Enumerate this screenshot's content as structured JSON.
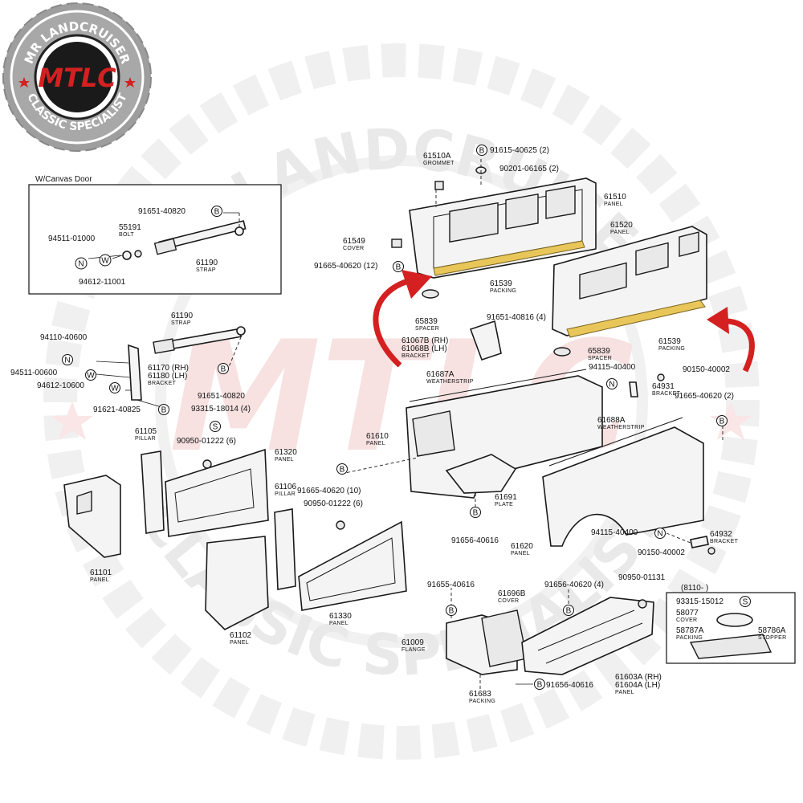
{
  "logo": {
    "top_text": "MR LANDCRUISER",
    "bottom_text": "CLASSIC SPECIALIST",
    "mark": "MTLC"
  },
  "watermark": {
    "top_text": "MR LANDCRUISER",
    "bottom_text": "CLASSIC SPECIALIST",
    "center_mark": "MTLC"
  },
  "colors": {
    "highlight": "#e8c65a",
    "arrow": "#d42020",
    "logo_red": "#d42020",
    "logo_ring": "#a8a8a8"
  },
  "inset_canvas": {
    "title": "W/Canvas   Door",
    "labels": [
      {
        "code": "91651-40820",
        "name": ""
      },
      {
        "code": "55191",
        "name": "BOLT"
      },
      {
        "code": "94511-01000",
        "name": ""
      },
      {
        "code": "61190",
        "name": "STRAP"
      },
      {
        "code": "94612-11001",
        "name": ""
      }
    ]
  },
  "inset_8110": {
    "title": "(8110-       )",
    "labels": [
      {
        "code": "93315-15012",
        "name": ""
      },
      {
        "code": "58077",
        "name": "COVER"
      },
      {
        "code": "58787A",
        "name": "PACKING"
      },
      {
        "code": "58786A",
        "name": "STOPPER"
      }
    ]
  },
  "callouts": {
    "c_61510A": {
      "code": "61510A",
      "name": "GROMMET"
    },
    "c_91615": {
      "code": "91615-40625 (2)",
      "name": ""
    },
    "c_90201": {
      "code": "90201-06165 (2)",
      "name": ""
    },
    "c_61510": {
      "code": "61510",
      "name": "PANEL"
    },
    "c_61520": {
      "code": "61520",
      "name": "PANEL"
    },
    "c_61549": {
      "code": "61549",
      "name": "COVER"
    },
    "c_91665_12": {
      "code": "91665-40620 (12)",
      "name": ""
    },
    "c_61539a": {
      "code": "61539",
      "name": "PACKING"
    },
    "c_61539b": {
      "code": "61539",
      "name": "PACKING"
    },
    "c_65839a": {
      "code": "65839",
      "name": "SPACER"
    },
    "c_65839b": {
      "code": "65839",
      "name": "SPACER"
    },
    "c_91651_4": {
      "code": "91651-40816 (4)",
      "name": ""
    },
    "c_61067": {
      "code": "61067B (RH)",
      "name": ""
    },
    "c_61068": {
      "code": "61068B (LH)",
      "name": "BRACKET"
    },
    "c_61190b": {
      "code": "61190",
      "name": "STRAP"
    },
    "c_94110": {
      "code": "94110-40600",
      "name": ""
    },
    "c_94511": {
      "code": "94511-00600",
      "name": ""
    },
    "c_61170": {
      "code": "61170 (RH)",
      "name": ""
    },
    "c_61180": {
      "code": "61180 (LH)",
      "name": "BRACKET"
    },
    "c_94612": {
      "code": "94612-10600",
      "name": ""
    },
    "c_91651_b": {
      "code": "91651-40820",
      "name": ""
    },
    "c_91621": {
      "code": "91621-40825",
      "name": ""
    },
    "c_93315": {
      "code": "93315-18014 (4)",
      "name": ""
    },
    "c_61105": {
      "code": "61105",
      "name": "PILLAR"
    },
    "c_90950a": {
      "code": "90950-01222 (6)",
      "name": ""
    },
    "c_61320": {
      "code": "61320",
      "name": "PANEL"
    },
    "c_61687A": {
      "code": "61687A",
      "name": "WEATHERSTRIP"
    },
    "c_94115a": {
      "code": "94115-40400",
      "name": ""
    },
    "c_90150a": {
      "code": "90150-40002",
      "name": ""
    },
    "c_64931": {
      "code": "64931",
      "name": "BRACKET"
    },
    "c_91665_2": {
      "code": "91665-40620 (2)",
      "name": ""
    },
    "c_61610": {
      "code": "61610",
      "name": "PANEL"
    },
    "c_61688A": {
      "code": "61688A",
      "name": "WEATHERSTRIP"
    },
    "c_91665_10": {
      "code": "91665-40620 (10)",
      "name": ""
    },
    "c_61106": {
      "code": "61106",
      "name": "PILLAR"
    },
    "c_90950b": {
      "code": "90950-01222 (6)",
      "name": ""
    },
    "c_61691": {
      "code": "61691",
      "name": "PLATE"
    },
    "c_91656a": {
      "code": "91656-40616",
      "name": ""
    },
    "c_61101": {
      "code": "61101",
      "name": "PANEL"
    },
    "c_61620": {
      "code": "61620",
      "name": "PANEL"
    },
    "c_94115b": {
      "code": "94115-40400",
      "name": ""
    },
    "c_64932": {
      "code": "64932",
      "name": "BRACKET"
    },
    "c_90150b": {
      "code": "90150-40002",
      "name": ""
    },
    "c_61102": {
      "code": "61102",
      "name": "PANEL"
    },
    "c_61330": {
      "code": "61330",
      "name": "PANEL"
    },
    "c_91655": {
      "code": "91655-40616",
      "name": ""
    },
    "c_61696B": {
      "code": "61696B",
      "name": "COVER"
    },
    "c_91656_4": {
      "code": "91656-40620 (4)",
      "name": ""
    },
    "c_90950c": {
      "code": "90950-01131",
      "name": ""
    },
    "c_61009": {
      "code": "61009",
      "name": "FLANGE"
    },
    "c_91656b": {
      "code": "91656-40616",
      "name": ""
    },
    "c_61683": {
      "code": "61683",
      "name": "PACKING"
    },
    "c_61603": {
      "code": "61603A (RH)",
      "name": ""
    },
    "c_61604": {
      "code": "61604A (LH)",
      "name": "PANEL"
    }
  },
  "fastener_symbols": {
    "bolt": "B",
    "nut": "N",
    "washer": "W",
    "screw": "S"
  }
}
